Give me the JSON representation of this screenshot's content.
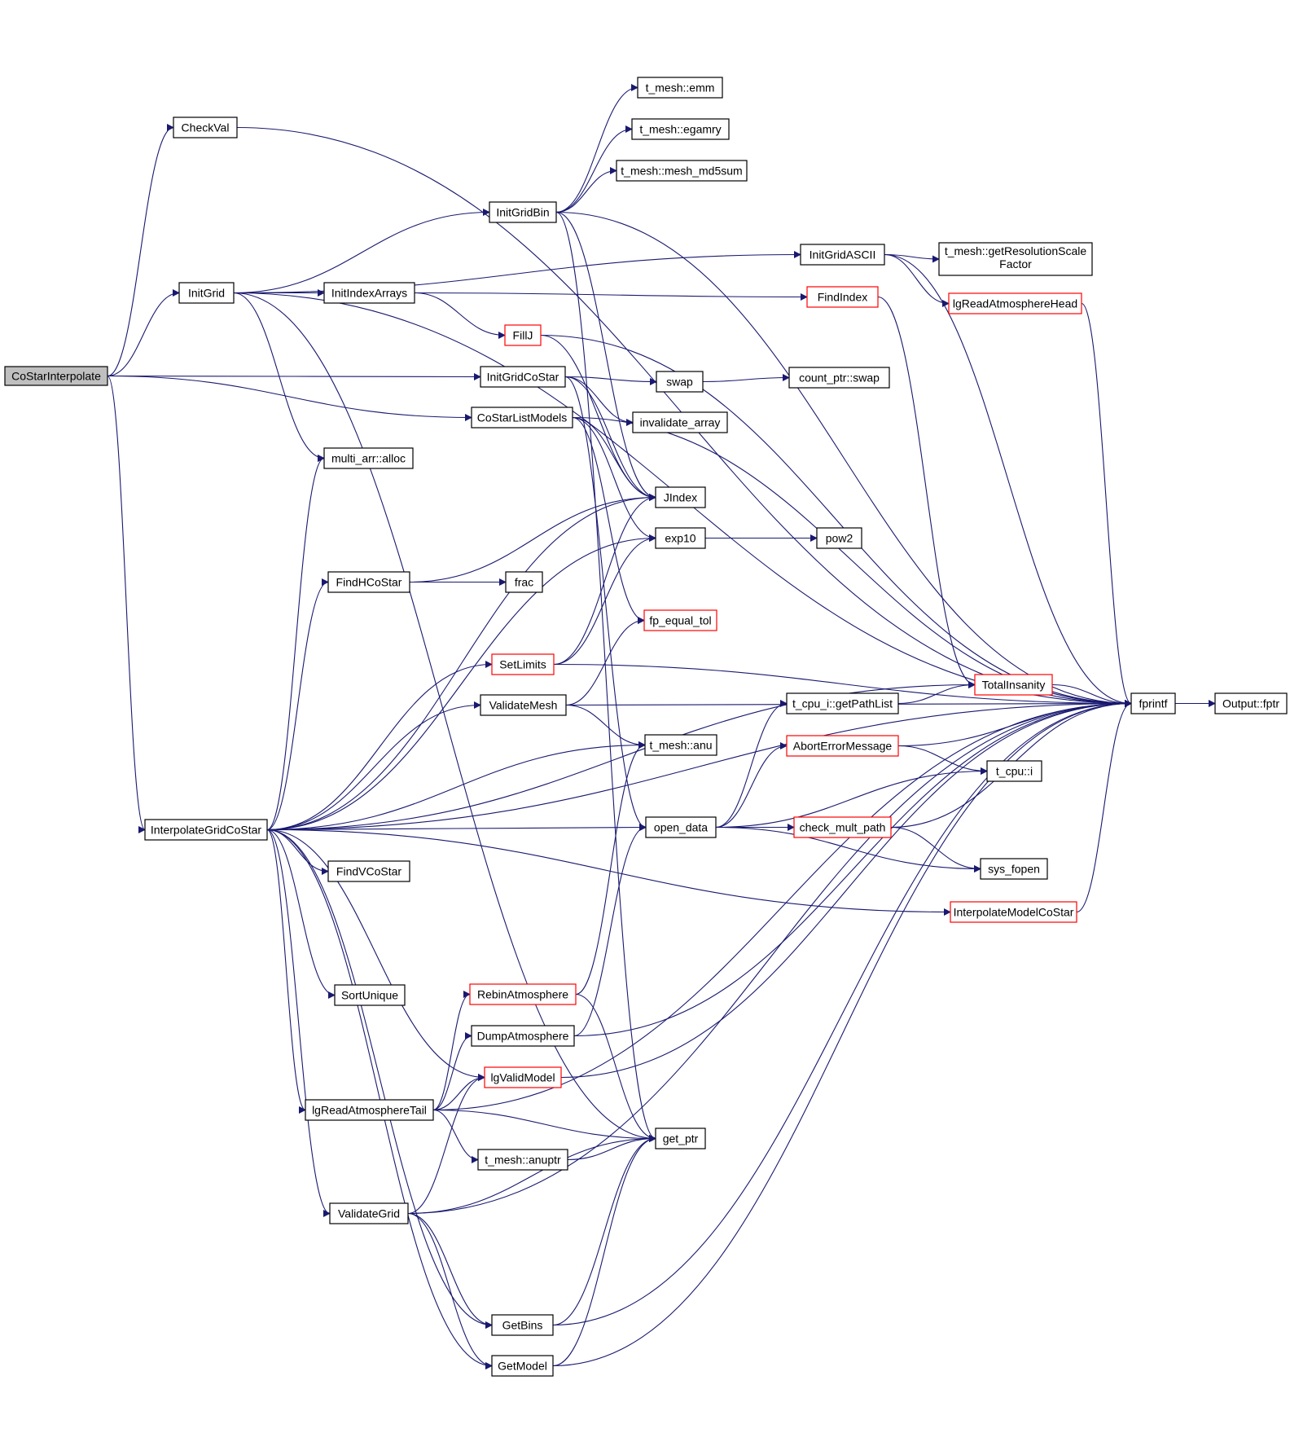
{
  "graph": {
    "edge_color": "#191970",
    "highlight_border_color": "#ff0000",
    "root_fill_color": "#bfbfbf",
    "nodes": [
      {
        "id": "cointerp",
        "label": "CoStarInterpolate",
        "root": true
      },
      {
        "id": "checkval",
        "label": "CheckVal"
      },
      {
        "id": "initgrid",
        "label": "InitGrid"
      },
      {
        "id": "initindexarrays",
        "label": "InitIndexArrays"
      },
      {
        "id": "multialloc",
        "label": "multi_arr::alloc"
      },
      {
        "id": "findhcostar",
        "label": "FindHCoStar"
      },
      {
        "id": "interpgridcostar",
        "label": "InterpolateGridCoStar"
      },
      {
        "id": "findvcostar",
        "label": "FindVCoStar"
      },
      {
        "id": "sortunique",
        "label": "SortUnique"
      },
      {
        "id": "lgreadtail",
        "label": "lgReadAtmosphereTail"
      },
      {
        "id": "validategrid",
        "label": "ValidateGrid"
      },
      {
        "id": "emm",
        "label": "t_mesh::emm"
      },
      {
        "id": "egamry",
        "label": "t_mesh::egamry"
      },
      {
        "id": "md5",
        "label": "t_mesh::mesh_md5sum"
      },
      {
        "id": "initgridbin",
        "label": "InitGridBin"
      },
      {
        "id": "fillj",
        "label": "FillJ",
        "red": true
      },
      {
        "id": "initgridcostar",
        "label": "InitGridCoStar"
      },
      {
        "id": "costarlist",
        "label": "CoStarListModels"
      },
      {
        "id": "frac",
        "label": "frac"
      },
      {
        "id": "setlimits",
        "label": "SetLimits",
        "red": true
      },
      {
        "id": "validatemesh",
        "label": "ValidateMesh"
      },
      {
        "id": "rebin",
        "label": "RebinAtmosphere",
        "red": true
      },
      {
        "id": "dump",
        "label": "DumpAtmosphere"
      },
      {
        "id": "lgvalid",
        "label": "lgValidModel",
        "red": true
      },
      {
        "id": "anuptr",
        "label": "t_mesh::anuptr"
      },
      {
        "id": "getbins",
        "label": "GetBins"
      },
      {
        "id": "getmodel",
        "label": "GetModel"
      },
      {
        "id": "swap",
        "label": "swap"
      },
      {
        "id": "invalidate",
        "label": "invalidate_array"
      },
      {
        "id": "jindex",
        "label": "JIndex"
      },
      {
        "id": "exp10",
        "label": "exp10"
      },
      {
        "id": "fpequal",
        "label": "fp_equal_tol",
        "red": true
      },
      {
        "id": "anu",
        "label": "t_mesh::anu"
      },
      {
        "id": "opendata",
        "label": "open_data"
      },
      {
        "id": "getptr",
        "label": "get_ptr"
      },
      {
        "id": "initgridascii",
        "label": "InitGridASCII"
      },
      {
        "id": "findindex",
        "label": "FindIndex",
        "red": true
      },
      {
        "id": "countswap",
        "label": "count_ptr::swap"
      },
      {
        "id": "pow2",
        "label": "pow2"
      },
      {
        "id": "getpathlist",
        "label": "t_cpu_i::getPathList"
      },
      {
        "id": "aborterr",
        "label": "AbortErrorMessage",
        "red": true
      },
      {
        "id": "checkmult",
        "label": "check_mult_path",
        "red": true
      },
      {
        "id": "getres",
        "label": "t_mesh::getResolutionScale",
        "label2": "Factor"
      },
      {
        "id": "lgreadhead",
        "label": "lgReadAtmosphereHead",
        "red": true
      },
      {
        "id": "totalins",
        "label": "TotalInsanity",
        "red": true
      },
      {
        "id": "cpui",
        "label": "t_cpu::i"
      },
      {
        "id": "sysfopen",
        "label": "sys_fopen"
      },
      {
        "id": "interpmodel",
        "label": "InterpolateModelCoStar",
        "red": true
      },
      {
        "id": "fprintf",
        "label": "fprintf"
      },
      {
        "id": "outputfptr",
        "label": "Output::fptr"
      }
    ],
    "edges": [
      [
        "cointerp",
        "checkval"
      ],
      [
        "cointerp",
        "initgrid"
      ],
      [
        "cointerp",
        "initgridcostar"
      ],
      [
        "cointerp",
        "costarlist"
      ],
      [
        "cointerp",
        "interpgridcostar"
      ],
      [
        "checkval",
        "fprintf"
      ],
      [
        "initgrid",
        "initgridbin"
      ],
      [
        "initgrid",
        "initgridascii"
      ],
      [
        "initgrid",
        "initindexarrays"
      ],
      [
        "initgrid",
        "multialloc"
      ],
      [
        "initgrid",
        "getptr"
      ],
      [
        "initgrid",
        "fprintf"
      ],
      [
        "initindexarrays",
        "findindex"
      ],
      [
        "initindexarrays",
        "fillj"
      ],
      [
        "initgridbin",
        "emm"
      ],
      [
        "initgridbin",
        "egamry"
      ],
      [
        "initgridbin",
        "md5"
      ],
      [
        "initgridbin",
        "fprintf"
      ],
      [
        "initgridbin",
        "jindex"
      ],
      [
        "initgridbin",
        "getptr"
      ],
      [
        "initgridascii",
        "getres"
      ],
      [
        "initgridascii",
        "lgreadhead"
      ],
      [
        "initgridascii",
        "fprintf"
      ],
      [
        "findindex",
        "totalins"
      ],
      [
        "lgreadhead",
        "fprintf"
      ],
      [
        "fillj",
        "fprintf"
      ],
      [
        "fillj",
        "jindex"
      ],
      [
        "initgridcostar",
        "swap"
      ],
      [
        "initgridcostar",
        "invalidate"
      ],
      [
        "initgridcostar",
        "jindex"
      ],
      [
        "initgridcostar",
        "opendata"
      ],
      [
        "swap",
        "countswap"
      ],
      [
        "costarlist",
        "jindex"
      ],
      [
        "costarlist",
        "exp10"
      ],
      [
        "costarlist",
        "fpequal"
      ],
      [
        "costarlist",
        "fprintf"
      ],
      [
        "exp10",
        "pow2"
      ],
      [
        "findhcostar",
        "jindex"
      ],
      [
        "findhcostar",
        "frac"
      ],
      [
        "setlimits",
        "exp10"
      ],
      [
        "setlimits",
        "jindex"
      ],
      [
        "setlimits",
        "fprintf"
      ],
      [
        "validatemesh",
        "fpequal"
      ],
      [
        "validatemesh",
        "anu"
      ],
      [
        "validatemesh",
        "fprintf"
      ],
      [
        "interpgridcostar",
        "multialloc"
      ],
      [
        "interpgridcostar",
        "jindex"
      ],
      [
        "interpgridcostar",
        "findhcostar"
      ],
      [
        "interpgridcostar",
        "exp10"
      ],
      [
        "interpgridcostar",
        "setlimits"
      ],
      [
        "interpgridcostar",
        "validatemesh"
      ],
      [
        "interpgridcostar",
        "anu"
      ],
      [
        "interpgridcostar",
        "totalins"
      ],
      [
        "interpgridcostar",
        "opendata"
      ],
      [
        "interpgridcostar",
        "findvcostar"
      ],
      [
        "interpgridcostar",
        "interpmodel"
      ],
      [
        "interpgridcostar",
        "fprintf"
      ],
      [
        "interpgridcostar",
        "sortunique"
      ],
      [
        "interpgridcostar",
        "lgvalid"
      ],
      [
        "interpgridcostar",
        "lgreadtail"
      ],
      [
        "interpgridcostar",
        "validategrid"
      ],
      [
        "interpgridcostar",
        "getbins"
      ],
      [
        "interpgridcostar",
        "getmodel"
      ],
      [
        "opendata",
        "getpathlist"
      ],
      [
        "opendata",
        "aborterr"
      ],
      [
        "opendata",
        "cpui"
      ],
      [
        "opendata",
        "checkmult"
      ],
      [
        "opendata",
        "sysfopen"
      ],
      [
        "getpathlist",
        "totalins"
      ],
      [
        "aborterr",
        "fprintf"
      ],
      [
        "aborterr",
        "cpui"
      ],
      [
        "checkmult",
        "fprintf"
      ],
      [
        "checkmult",
        "sysfopen"
      ],
      [
        "totalins",
        "fprintf"
      ],
      [
        "interpmodel",
        "fprintf"
      ],
      [
        "fprintf",
        "outputfptr"
      ],
      [
        "rebin",
        "anu"
      ],
      [
        "rebin",
        "getptr"
      ],
      [
        "dump",
        "opendata"
      ],
      [
        "dump",
        "fprintf"
      ],
      [
        "lgvalid",
        "fprintf"
      ],
      [
        "lgreadtail",
        "rebin"
      ],
      [
        "lgreadtail",
        "dump"
      ],
      [
        "lgreadtail",
        "lgvalid"
      ],
      [
        "lgreadtail",
        "getptr"
      ],
      [
        "lgreadtail",
        "anuptr"
      ],
      [
        "lgreadtail",
        "fprintf"
      ],
      [
        "anuptr",
        "getptr"
      ],
      [
        "validategrid",
        "lgvalid"
      ],
      [
        "validategrid",
        "getptr"
      ],
      [
        "validategrid",
        "getbins"
      ],
      [
        "validategrid",
        "getmodel"
      ],
      [
        "validategrid",
        "fprintf"
      ],
      [
        "getbins",
        "getptr"
      ],
      [
        "getbins",
        "fprintf"
      ],
      [
        "getmodel",
        "getptr"
      ],
      [
        "getmodel",
        "fprintf"
      ]
    ]
  }
}
